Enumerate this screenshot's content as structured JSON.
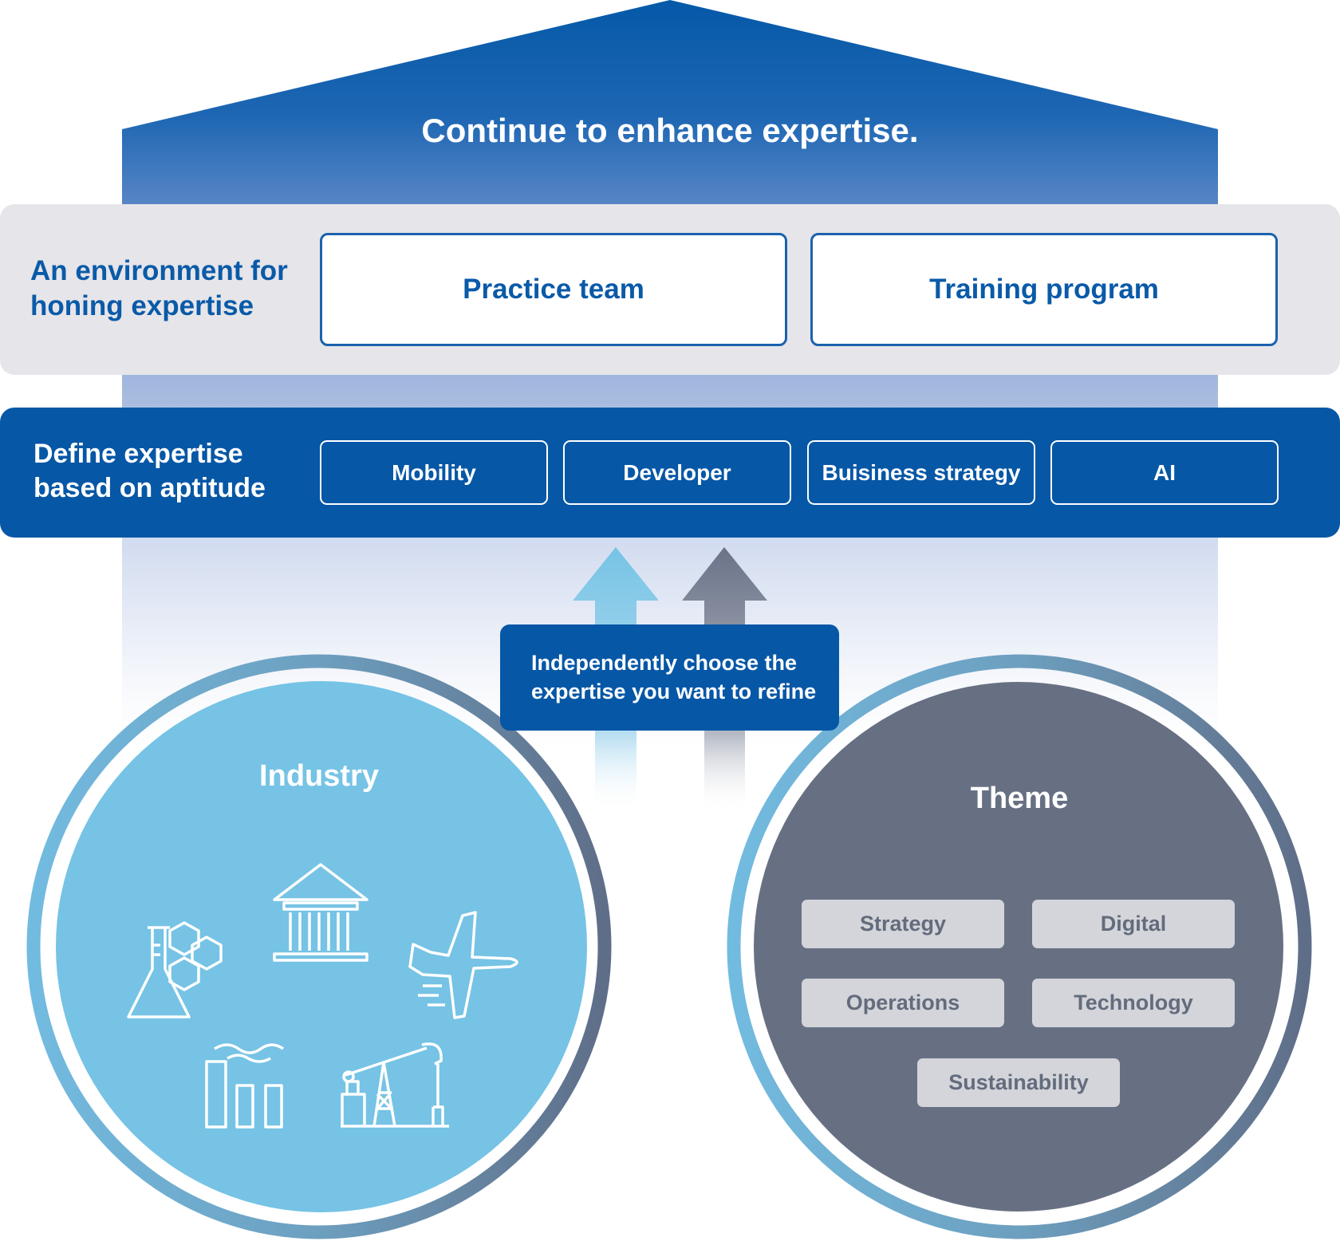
{
  "roof": {
    "title": "Continue to enhance expertise."
  },
  "environment": {
    "label_line1": "An environment for",
    "label_line2": "honing expertise",
    "boxes": [
      "Practice team",
      "Training program"
    ]
  },
  "define": {
    "label_line1": "Define expertise",
    "label_line2": "based on aptitude",
    "areas": [
      "Mobility",
      "Developer",
      "Buisiness strategy",
      "AI"
    ]
  },
  "callout": {
    "line1": "Independently choose the",
    "line2": "expertise you want to refine"
  },
  "industry": {
    "title": "Industry",
    "icons": [
      "chemistry-icon",
      "bank-icon",
      "airplane-icon",
      "factory-icon",
      "oil-pump-icon"
    ]
  },
  "theme": {
    "title": "Theme",
    "tags": [
      "Strategy",
      "Digital",
      "Operations",
      "Technology",
      "Sustainability"
    ]
  },
  "colors": {
    "primary_blue": "#0657a6",
    "light_blue": "#76c3e5",
    "slate": "#677083",
    "panel_gray": "#e6e5e9",
    "tag_gray": "#d4d5da"
  }
}
